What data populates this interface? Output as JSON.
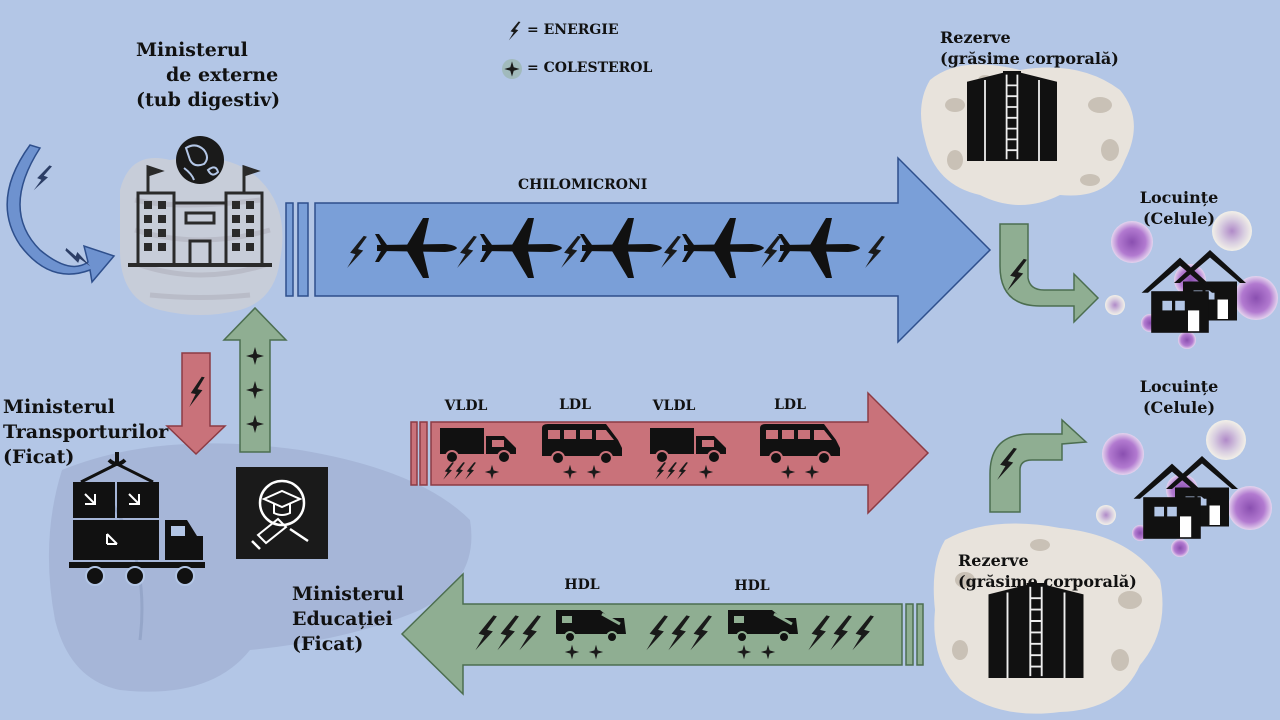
{
  "legend": {
    "energy_label": "= ENERGIE",
    "cholesterol_label": "= COLESTEROL"
  },
  "ministries": {
    "external": {
      "line1": "Ministerul",
      "line2": "de externe",
      "line3": "(tub digestiv)"
    },
    "transport": {
      "line1": "Ministerul",
      "line2": "Transporturilor",
      "line3": "(Ficat)"
    },
    "education": {
      "line1": "Ministerul",
      "line2": "Educației",
      "line3": "(Ficat)"
    }
  },
  "reserves": {
    "top": {
      "line1": "Rezerve",
      "line2": "(grăsime corporală)"
    },
    "bottom": {
      "line1": "Rezerve",
      "line2": "(grăsime corporală)"
    }
  },
  "homes": {
    "top": {
      "line1": "Locuințe",
      "line2": "(Celule)"
    },
    "bottom": {
      "line1": "Locuințe",
      "line2": "(Celule)"
    }
  },
  "arrows": {
    "chylomicrons": {
      "label": "CHILOMICRONI",
      "color": "#7a9fd8"
    },
    "lipoproteins": {
      "labels": [
        "VLDL",
        "LDL",
        "VLDL",
        "LDL"
      ],
      "color": "#c9727a"
    },
    "hdl": {
      "labels": [
        "HDL",
        "HDL"
      ],
      "color": "#8fae92"
    }
  },
  "icons": {
    "energy": "lightning-bolt-icon",
    "cholesterol": "four-point-star-icon",
    "chylomicron": "airplane-icon",
    "vldl": "truck-icon",
    "ldl": "van-icon",
    "hdl": "garbage-truck-icon"
  }
}
